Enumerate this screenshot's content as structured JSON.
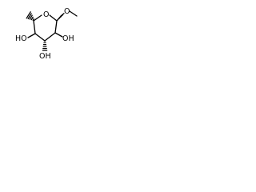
{
  "molecule": {
    "atom_labels": {
      "ring_oxygen": "O",
      "methoxy_oxygen": "O",
      "hydroxyl_c2": "OH",
      "hydroxyl_c3": "OH",
      "hydroxyl_c4": "HO"
    }
  },
  "colors": {
    "bond": "#000000",
    "label": "#000000",
    "background": "#ffffff"
  }
}
